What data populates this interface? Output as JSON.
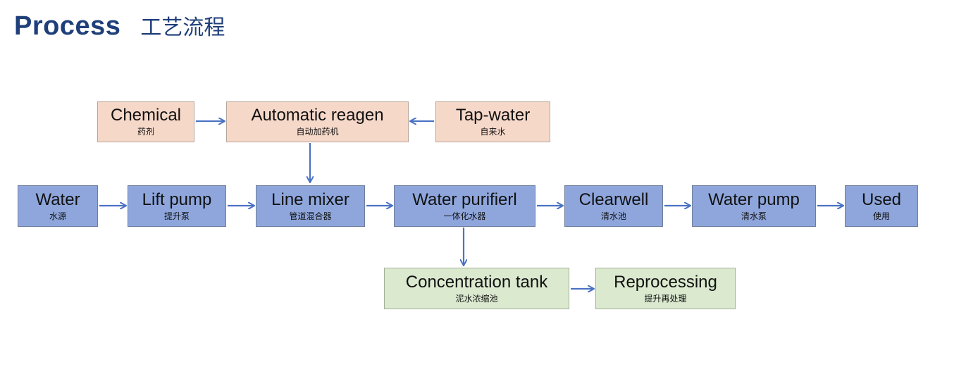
{
  "header": {
    "title_en": "Process",
    "title_cn": "工艺流程"
  },
  "nodes": {
    "chemical": {
      "en": "Chemical",
      "cn": "药剂"
    },
    "reagent": {
      "en": "Automatic reagen",
      "cn": "自动加药机"
    },
    "tapwater": {
      "en": "Tap-water",
      "cn": "自来水"
    },
    "water": {
      "en": "Water",
      "cn": "水源"
    },
    "liftpump": {
      "en": "Lift pump",
      "cn": "提升泵"
    },
    "linemixer": {
      "en": "Line mixer",
      "cn": "管道混合器"
    },
    "purifier": {
      "en": "Water purifierl",
      "cn": "一体化水器"
    },
    "clearwell": {
      "en": "Clearwell",
      "cn": "清水池"
    },
    "waterpump": {
      "en": "Water pump",
      "cn": "清水泵"
    },
    "used": {
      "en": "Used",
      "cn": "使用"
    },
    "concentration": {
      "en": "Concentration tank",
      "cn": "泥水浓缩池"
    },
    "reprocessing": {
      "en": "Reprocessing",
      "cn": "提升再处理"
    }
  },
  "colors": {
    "title": "#1f3f7a",
    "main_flow_fill": "#8ea6dc",
    "dosing_fill": "#f6d8c9",
    "sludge_fill": "#dbe9cf",
    "arrow": "#4a72c4"
  }
}
